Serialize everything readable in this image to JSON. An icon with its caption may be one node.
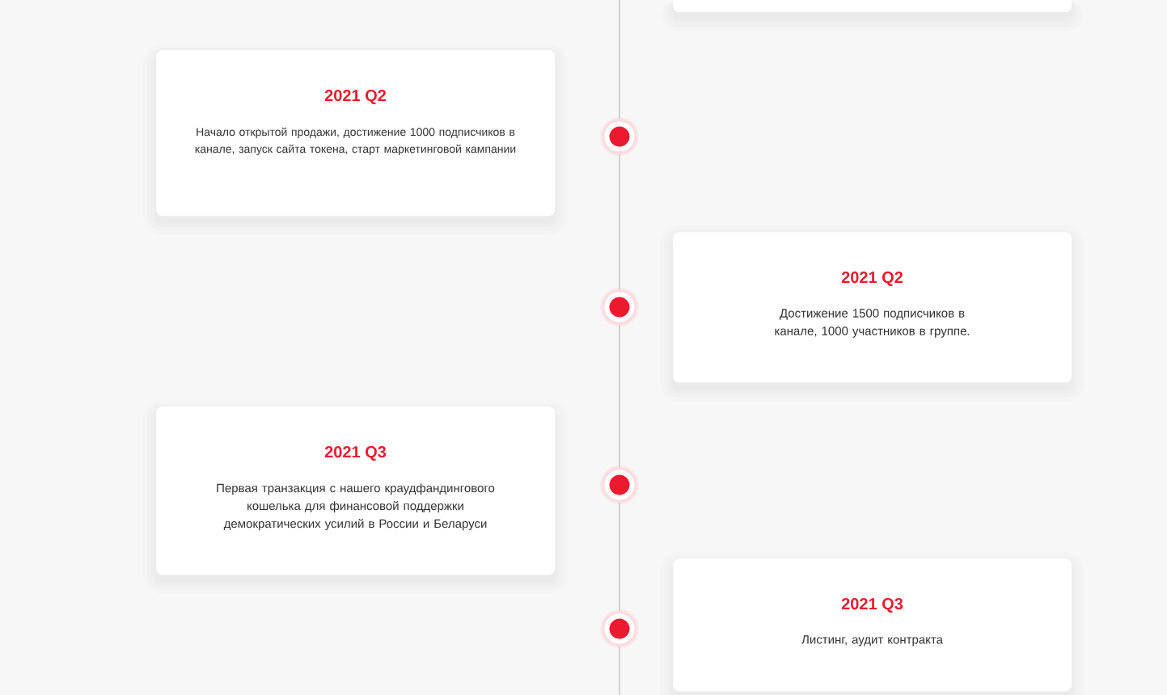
{
  "diagram": {
    "nodes": [
      {
        "text": [],
        "shape": "box"
      },
      {
        "text": [
          "2021 Q2",
          "Начало открытой продажи, достижение 1000 подписчиков в канале, запуск сайта токена, старт маркетинговой кампании"
        ]
      },
      {
        "text": [],
        "shape": "circle"
      },
      {
        "text": [
          "2021 Q2",
          "Достижение 1500 подписчиков в канале, 1000 участников в группе."
        ]
      },
      {
        "text": [],
        "shape": "circle"
      },
      {
        "text": [
          "2021 Q3",
          "Первая транзакция с нашего краудфандингового кошелька для финансовой поддержки демократических усилий в России и Беларуси"
        ]
      },
      {
        "text": [],
        "shape": "circle"
      },
      {
        "text": [
          "2021 Q3",
          "Листинг, аудит контракта"
        ]
      },
      {
        "text": [],
        "shape": "circle"
      }
    ],
    "edges": [
      {
        "from": null,
        "to": 2,
        "arrow": "none"
      },
      {
        "from": 2,
        "to": 4,
        "arrow": "none"
      },
      {
        "from": 4,
        "to": 6,
        "arrow": "none"
      },
      {
        "from": 6,
        "to": 8,
        "arrow": "none"
      },
      {
        "from": 8,
        "to": null,
        "arrow": "none"
      }
    ]
  }
}
